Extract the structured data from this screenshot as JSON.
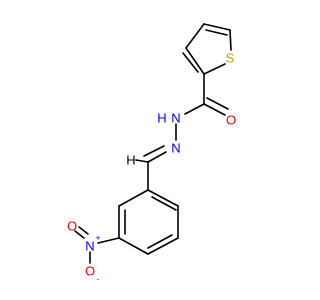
{
  "molecule": {
    "atoms": {
      "sulfur": {
        "symbol": "S",
        "color": "#b8a800"
      },
      "carbonyl_oxygen": {
        "symbol": "O",
        "color": "#ff0000"
      },
      "amide_nitrogen": {
        "symbol": "N",
        "color": "#0000ff"
      },
      "amide_hydrogen": {
        "symbol": "H",
        "color": "#0000ff"
      },
      "imine_nitrogen": {
        "symbol": "N",
        "color": "#0000ff"
      },
      "nitro_nitrogen": {
        "symbol": "N",
        "color": "#0000ff"
      },
      "nitro_plus": {
        "symbol": "+",
        "color": "#0000ff"
      },
      "nitro_oxygen_double": {
        "symbol": "O",
        "color": "#ff0000"
      },
      "nitro_oxygen_single": {
        "symbol": "O",
        "color": "#ff0000"
      },
      "nitro_minus": {
        "symbol": "-",
        "color": "#ff0000"
      },
      "imine_hydrogen": {
        "symbol": "H",
        "color": "#000000"
      }
    }
  }
}
